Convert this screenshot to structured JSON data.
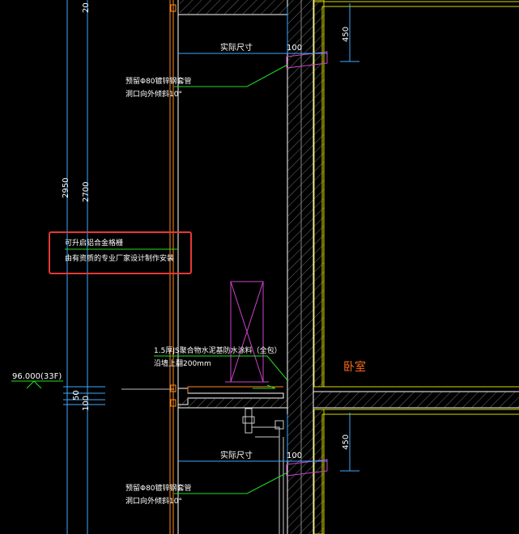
{
  "drawing": {
    "dims_left": [
      "2950",
      "2700",
      "20",
      "50",
      "100"
    ],
    "elevation": "96.000(33F)",
    "actual_size_label": "实际尺寸",
    "dim_100": "100",
    "dim_450": "450",
    "sleeve_note": [
      "预留Φ80镀锌钢套管",
      "洞口向外倾斜10°"
    ],
    "window_note": [
      "可升启铝合金格栅",
      "由有资质的专业厂家设计制作安装"
    ],
    "waterproof_note": [
      "1.5厚JS聚合物水泥基防水涂料（全包）",
      "沿墙上翻200mm"
    ],
    "room_label": "卧室",
    "colors": {
      "background": "#000000",
      "highlight_box": "#e53935",
      "room_label": "#ff6a1a",
      "wall_line": "#ffffff",
      "dimension": "#3fa9ff",
      "leader": "#22dd22",
      "equipment": "#cc44cc",
      "insulation": "#d8d800",
      "facade": "#ff8c1a"
    }
  }
}
